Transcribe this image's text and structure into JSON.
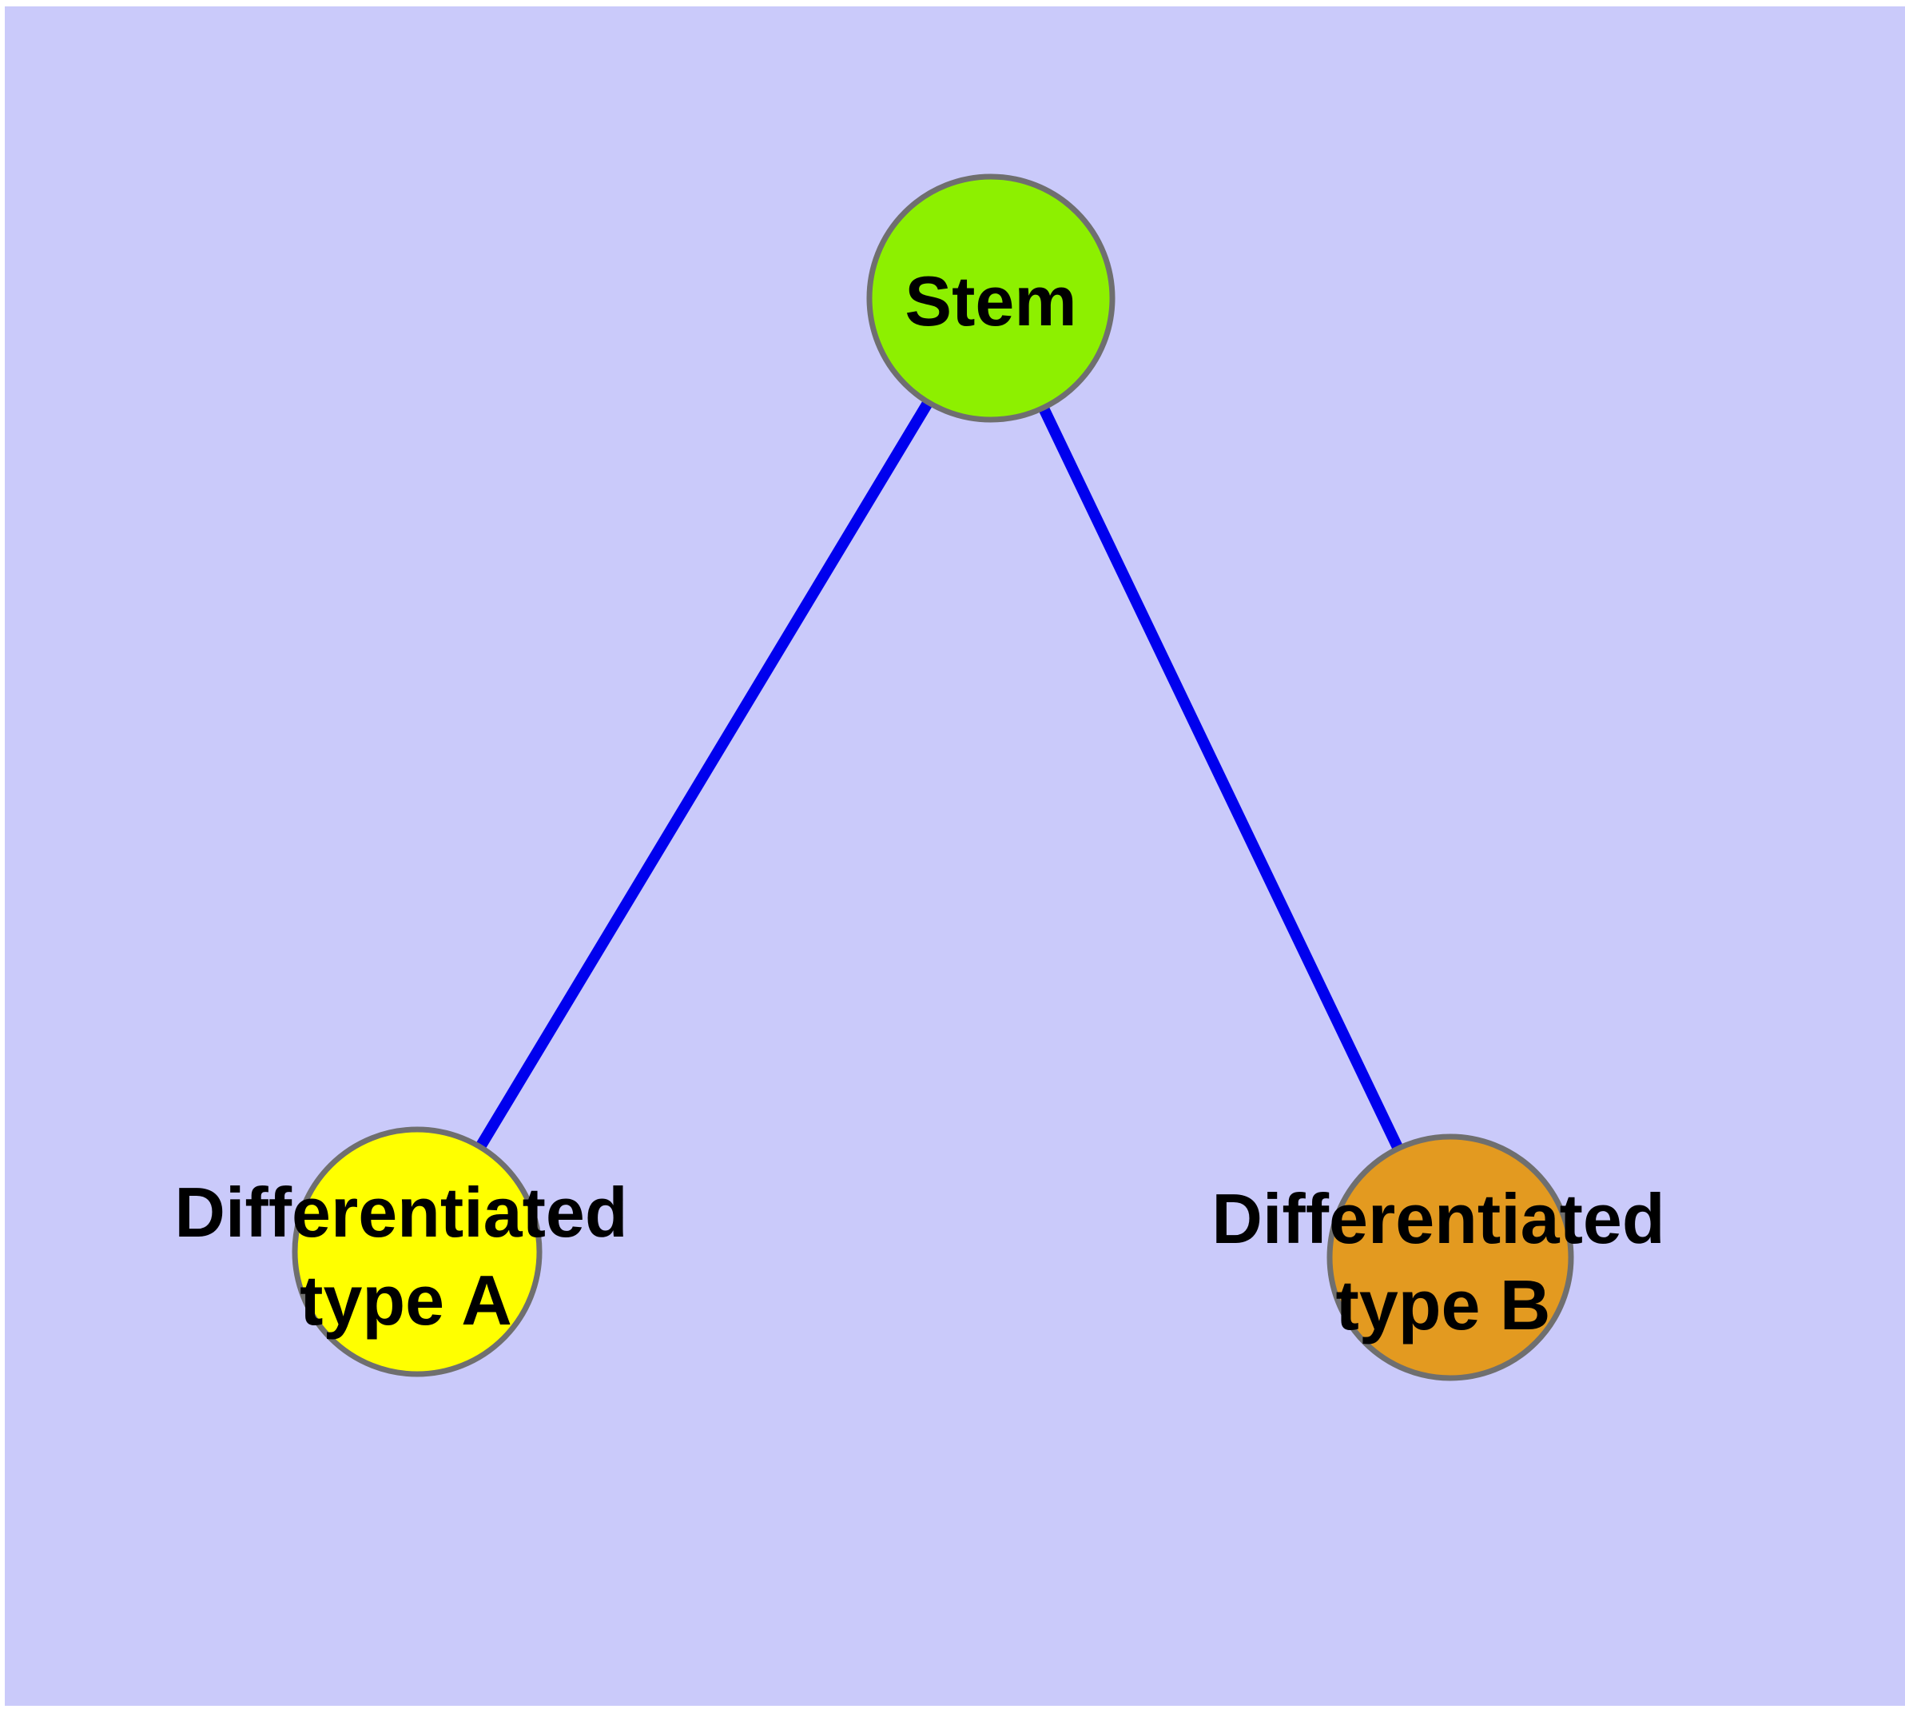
{
  "diagram": {
    "background_color": "#CACAFA",
    "page_margin_color": "#FFFFFF",
    "edge_color": "#0000EE",
    "node_border_color": "#6F6F6F",
    "label_color": "#000000",
    "nodes": [
      {
        "id": "stem",
        "lines": [
          "Stem"
        ],
        "color": "#8DF000"
      },
      {
        "id": "differentiated-type-a",
        "lines": [
          "Differentiated",
          "type A"
        ],
        "color": "#FFFF00"
      },
      {
        "id": "differentiated-type-b",
        "lines": [
          "Differentiated",
          "type B"
        ],
        "color": "#E39A20"
      }
    ],
    "edges": [
      {
        "from": "Stem",
        "to": "Differentiated type A"
      },
      {
        "from": "Stem",
        "to": "Differentiated type B"
      }
    ]
  }
}
